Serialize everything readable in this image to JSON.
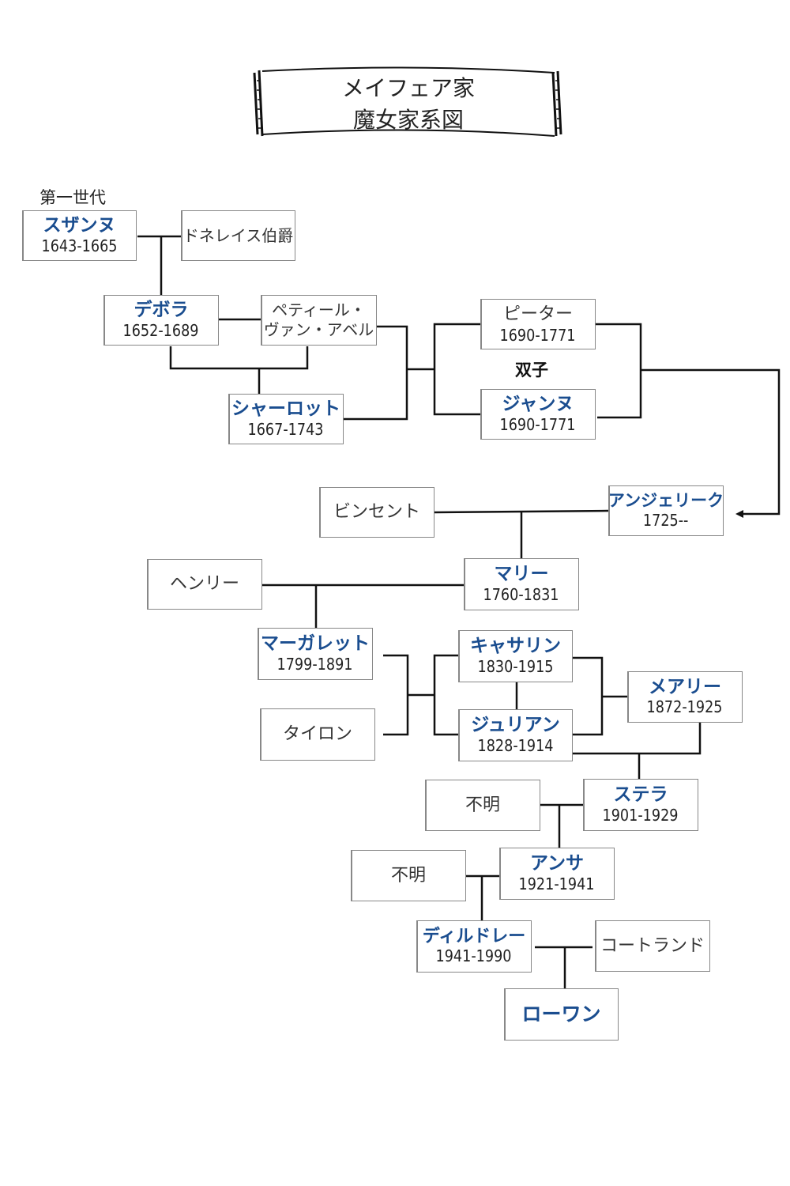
{
  "title": {
    "line1": "メイフェア家",
    "line2": "魔女家系図"
  },
  "generation_label": "第一世代",
  "twins_label": "双子",
  "people": {
    "suzanne": {
      "name": "スザンヌ",
      "years": "1643-1665"
    },
    "donnelaith": {
      "name": "ドネレイス伯爵"
    },
    "deborah": {
      "name": "デボラ",
      "years": "1652-1689"
    },
    "petyr": {
      "line1": "ペティール・",
      "line2": "ヴァン・アベル"
    },
    "charlotte": {
      "name": "シャーロット",
      "years": "1667-1743"
    },
    "peter": {
      "name": "ピーター",
      "years": "1690-1771"
    },
    "jeanne": {
      "name": "ジャンヌ",
      "years": "1690-1771"
    },
    "angelique": {
      "name": "アンジェリーク",
      "years": "1725--"
    },
    "vincent": {
      "name": "ビンセント"
    },
    "marie": {
      "name": "マリー",
      "years": "1760-1831"
    },
    "henry": {
      "name": "ヘンリー"
    },
    "marguerite": {
      "name": "マーガレット",
      "years": "1799-1891"
    },
    "tyrone": {
      "name": "タイロン"
    },
    "katherine": {
      "name": "キャサリン",
      "years": "1830-1915"
    },
    "julien": {
      "name": "ジュリアン",
      "years": "1828-1914"
    },
    "mary_beth": {
      "name": "メアリー",
      "years": "1872-1925"
    },
    "stella": {
      "name": "ステラ",
      "years": "1901-1929"
    },
    "unknown1": {
      "name": "不明"
    },
    "antha": {
      "name": "アンサ",
      "years": "1921-1941"
    },
    "unknown2": {
      "name": "不明"
    },
    "deirdre": {
      "name": "ディルドレー",
      "years": "1941-1990"
    },
    "cortland": {
      "name": "コートランド"
    },
    "rowan": {
      "name": "ローワン"
    }
  }
}
